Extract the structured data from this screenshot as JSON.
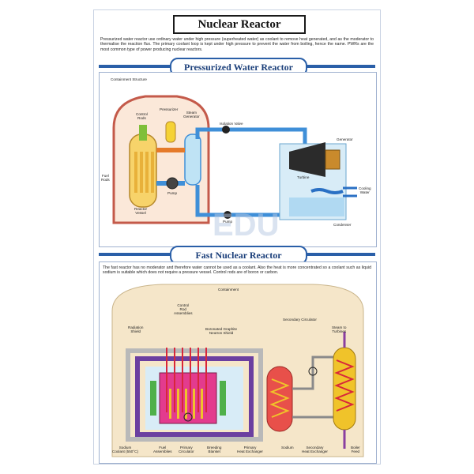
{
  "title": "Nuclear Reactor",
  "pwr": {
    "heading": "Pressurized Water Reactor",
    "description": "Pressurized water reactor use ordinary water under high pressure (superheated water) as coolant to remove heat generated, and as the moderator to thermalise the reaction flux. The primary coolant loop is kept under high pressure to prevent the water from boiling, hence the name. PWRs are the most common type of power producing nuclear reactors.",
    "labels": {
      "containment": "Containment Structure",
      "pressurizer": "Pressurizer",
      "control_rods": "Control\nRods",
      "steam_generator": "Steam\nGenerator",
      "isolation_valve": "Isolation Valve",
      "generator": "Generator",
      "turbine": "Turbine",
      "fuel_rods": "Fuel\nRods",
      "reactor_vessel": "Reactor\nVessel",
      "pump1": "Pump",
      "pump2": "Pump",
      "cooling_water": "Cooling\nWater",
      "condenser": "Condenser"
    }
  },
  "fnr": {
    "heading": "Fast Nuclear Reactor",
    "description": "The fast reactor has no moderator and therefore water cannot be used as a coolant. Also the heat is more concentrated so a coolant such as liquid sodium is suitable which does not require a pressure vessel. Control rods are of boron or carbon.",
    "labels": {
      "containment": "Containment",
      "control_rod": "Control\nRod\nAssemblies",
      "secondary_circulator": "Secondary Circulator",
      "radiation_shield": "Radiation\nShield",
      "graphite_shield": "Boronated Graphite\nNeutron Shield",
      "steam_to_turbines": "Steam to\nTurbines",
      "sodium_coolant": "Sodium\nCoolant (550°C)",
      "fuel_assemblies": "Fuel\nAssemblies",
      "primary_circulator": "Primary\nCirculator",
      "breeding_blanket": "Breeding\nBlanket",
      "primary_hx": "Primary\nHeat Exchanger",
      "sodium": "Sodium",
      "secondary_hx": "Secondary\nHeat Exchanger",
      "boiler_feed": "Boiler\nFeed"
    }
  },
  "watermark": "EDU",
  "colors": {
    "accent": "#2a5fa8",
    "containment_fill": "#fbe8d9",
    "pipe": "#3f8fd8",
    "hot": "#e8504a",
    "core": "#e33b8e",
    "shield": "#b9b9b9",
    "fuel": "#f0c32a",
    "cream": "#f5e6c9"
  }
}
